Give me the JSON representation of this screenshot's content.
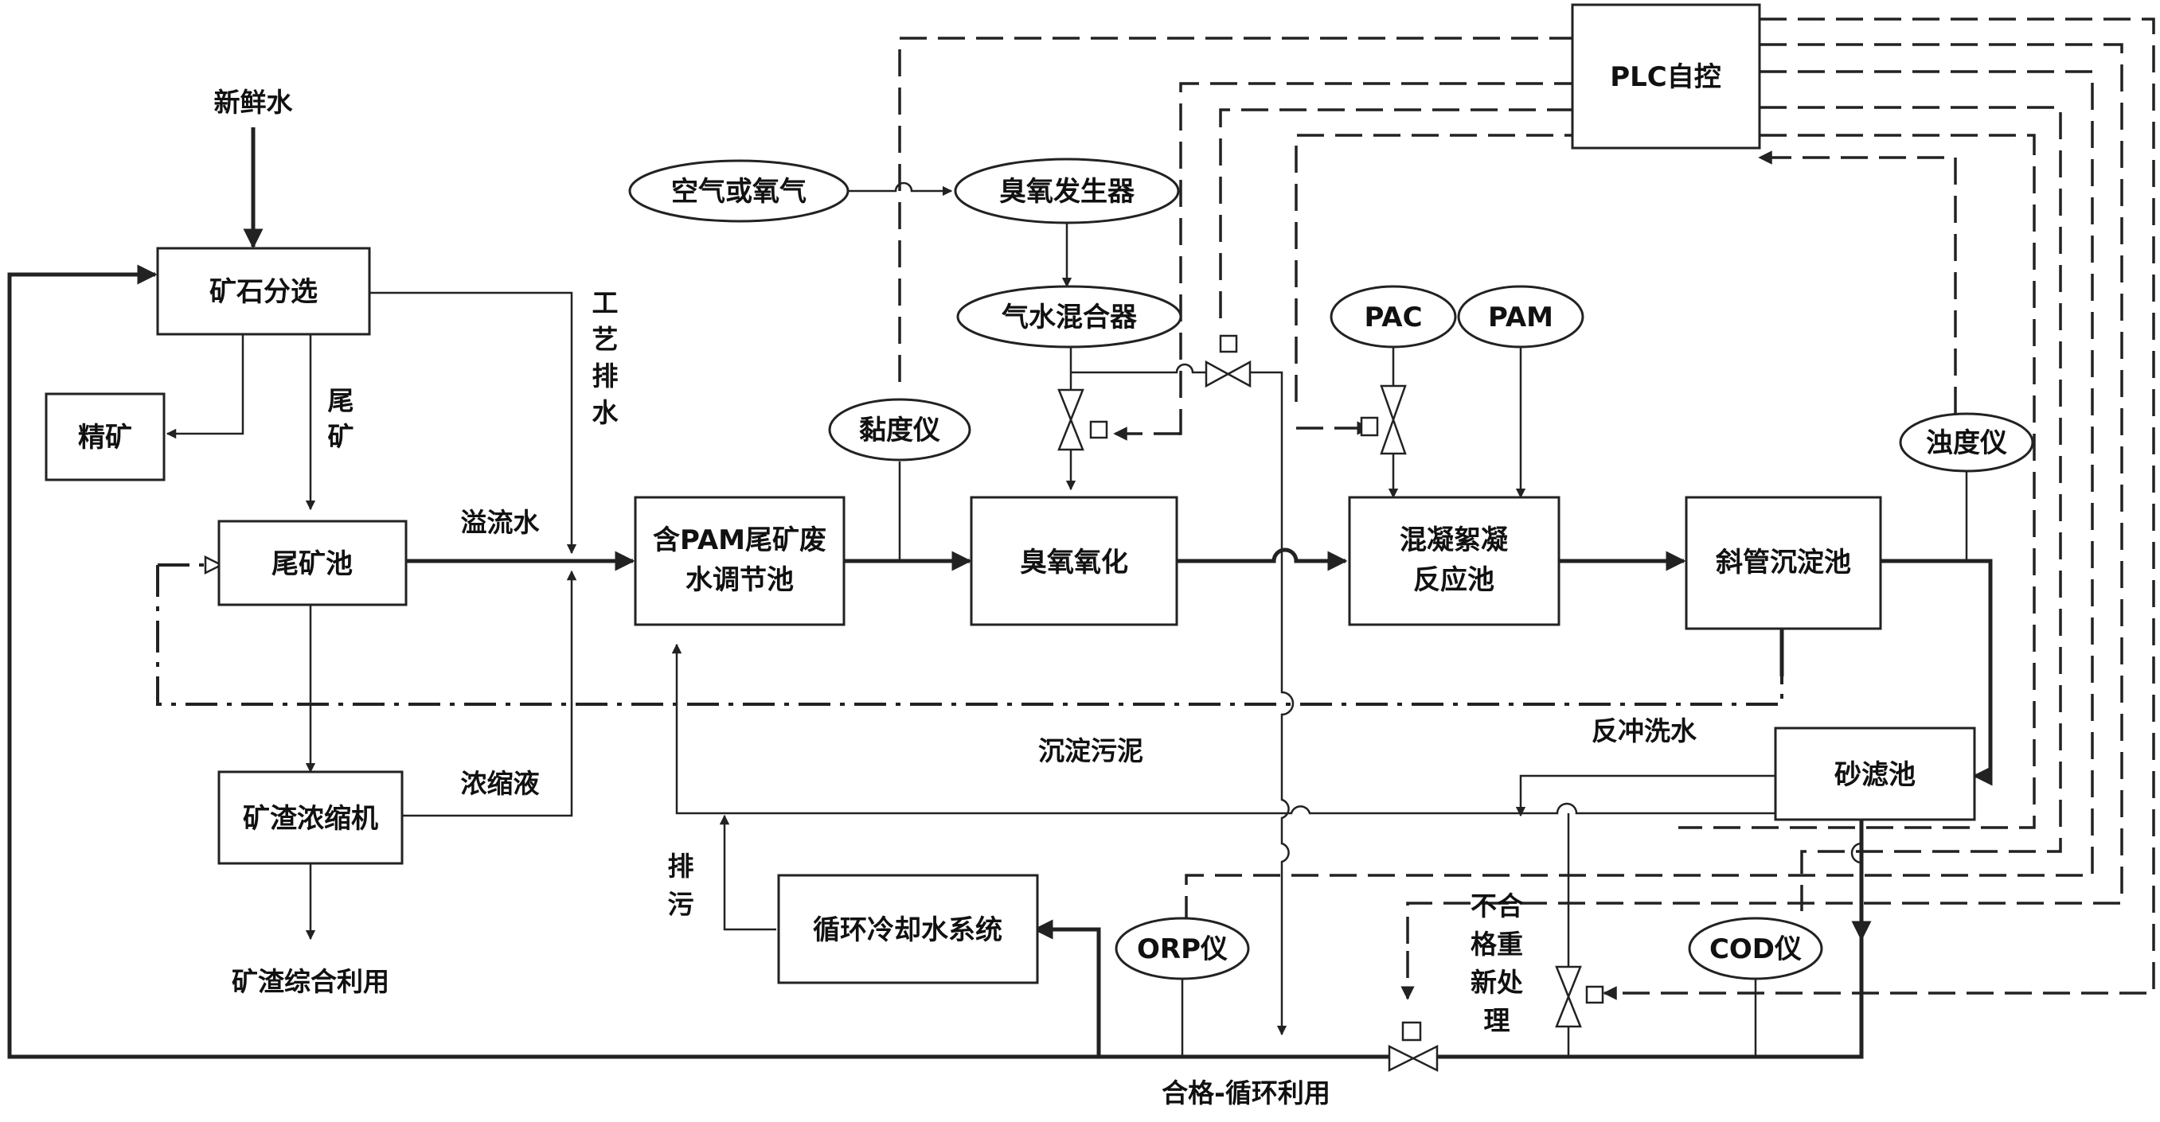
{
  "nodes": {
    "kuangshi": "矿石分选",
    "jingkuang": "精矿",
    "weikuangchi": "尾矿池",
    "kuangzha_nongsuoji": "矿渣浓缩机",
    "tiaojiechi_1": "含PAM尾矿废",
    "tiaojiechi_2": "水调节池",
    "chouyang_yanghua": "臭氧氧化",
    "hunning_1": "混凝絮凝",
    "hunning_2": "反应池",
    "xieguan": "斜管沉淀池",
    "shalvchi": "砂滤池",
    "xunhuan": "循环冷却水系统",
    "plc": "PLC自控"
  },
  "ellipses": {
    "kongqi": "空气或氧气",
    "chouyang_fashengqi": "臭氧发生器",
    "qishui": "气水混合器",
    "pac": "PAC",
    "pam": "PAM",
    "niandu": "黏度仪",
    "zhuodu": "浊度仪",
    "orp": "ORP仪",
    "cod": "COD仪"
  },
  "labels": {
    "xinxianshui": "新鲜水",
    "wei": "尾",
    "kuang": "矿",
    "gong": "工",
    "yi": "艺",
    "pai": "排",
    "shui": "水",
    "yiliushui": "溢流水",
    "nongsuoye": "浓缩液",
    "kuangzha_zonghe": "矿渣综合利用",
    "chendian_wuni": "沉淀污泥",
    "fanchong": "反冲洗水",
    "paiwu_1": "排",
    "paiwu_2": "污",
    "buhege": [
      "不合",
      "格重",
      "新处",
      "理"
    ],
    "hege": "合格-循环利用"
  }
}
